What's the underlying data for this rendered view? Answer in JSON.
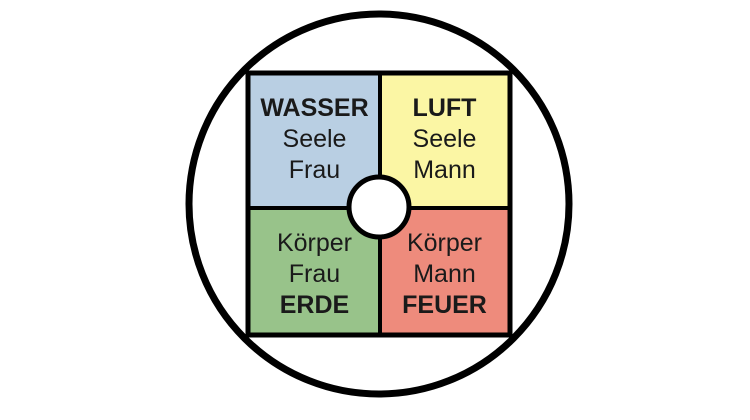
{
  "diagram": {
    "quadrants": {
      "top_left": {
        "element": "WASSER",
        "line1": "Seele",
        "line2": "Frau",
        "color": "#b9cfe3"
      },
      "top_right": {
        "element": "LUFT",
        "line1": "Seele",
        "line2": "Mann",
        "color": "#fbf6a4"
      },
      "bottom_left": {
        "line1": "Körper",
        "line2": "Frau",
        "element": "ERDE",
        "color": "#98c38a"
      },
      "bottom_right": {
        "line1": "Körper",
        "line2": "Mann",
        "element": "FEUER",
        "color": "#ee8b7c"
      }
    },
    "outline_color": "#000000"
  }
}
